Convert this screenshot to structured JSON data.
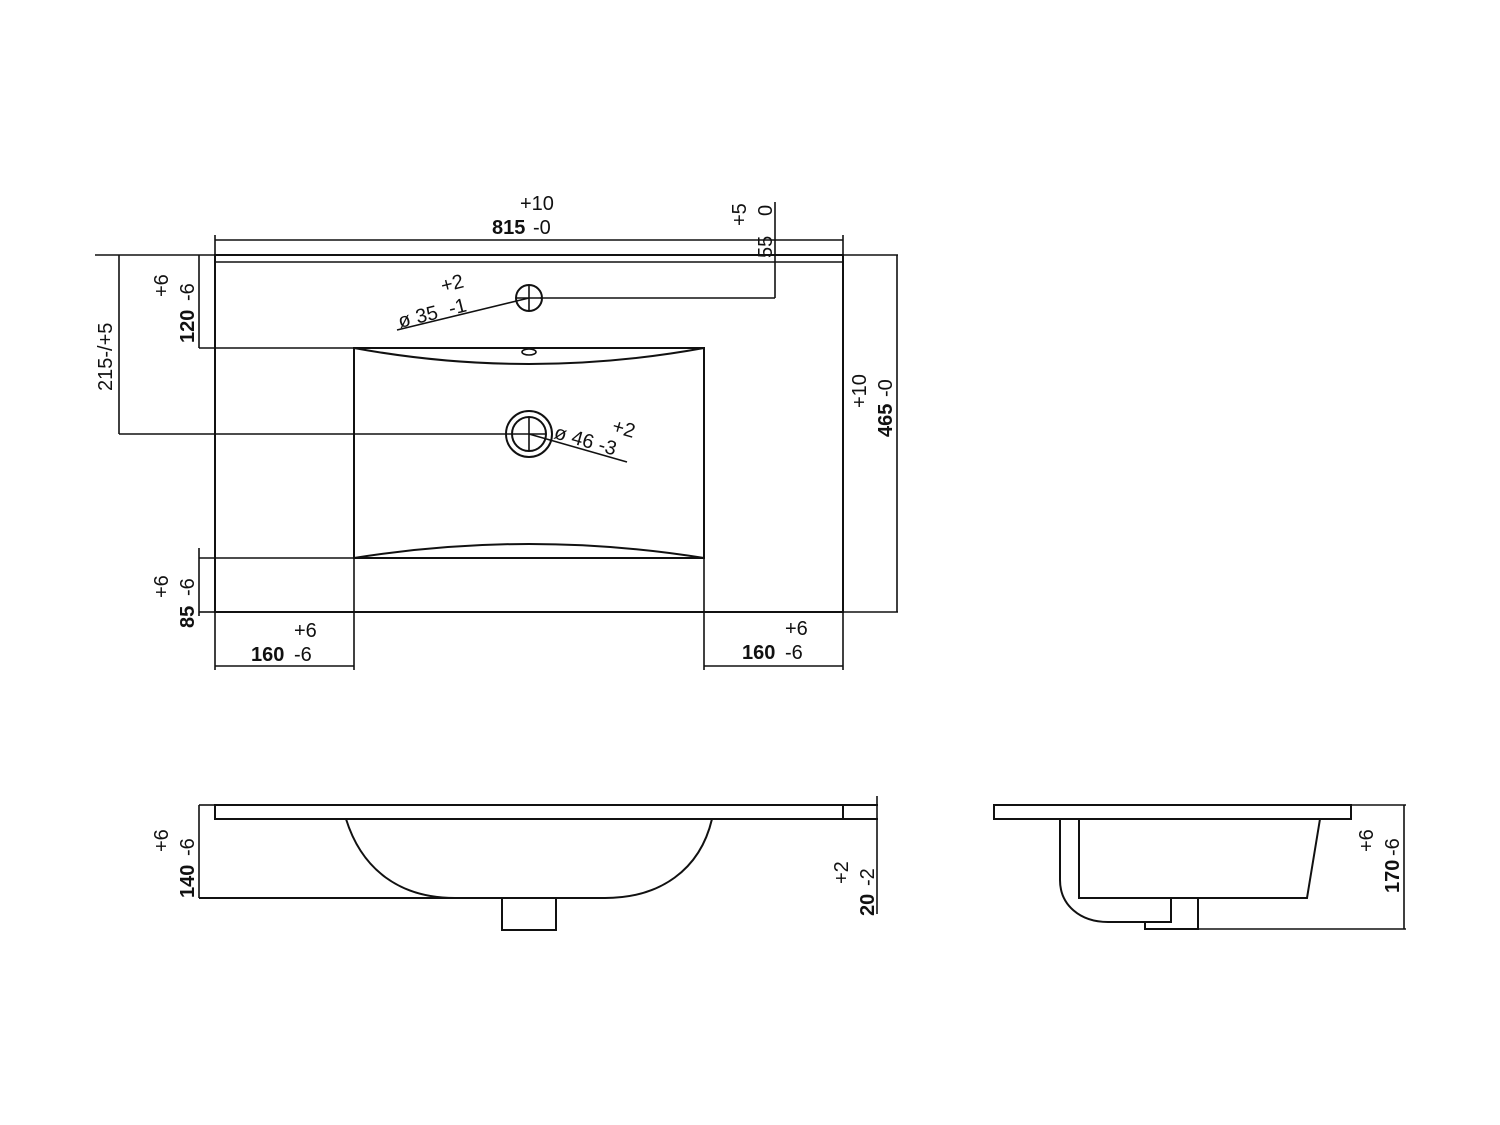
{
  "drawing": {
    "type": "technical drawing — washbasin countertop (top view, front view, side view)",
    "line_color": "#111111",
    "background": "#ffffff"
  },
  "top_view": {
    "width": {
      "value": "815",
      "tol_upper": "+10",
      "tol_lower": "-0"
    },
    "depth": {
      "value": "465",
      "tol_upper": "+10",
      "tol_lower": "-0"
    },
    "back_rim": {
      "value": "55",
      "tol_upper": "+5",
      "tol_lower": "0"
    },
    "tap_hole_offset": {
      "value": "120",
      "tol_upper": "+6",
      "tol_lower": "-6"
    },
    "drain_offset": {
      "label": "215-/+5"
    },
    "tap_hole_diameter": {
      "symbol": "ø",
      "value": "35",
      "tol_upper": "+2",
      "tol_lower": "-1"
    },
    "drain_diameter": {
      "symbol": "ø",
      "value": "46",
      "tol_upper": "+2",
      "tol_lower": "-3"
    },
    "front_rim": {
      "value": "85",
      "tol_upper": "+6",
      "tol_lower": "-6"
    },
    "left_margin": {
      "value": "160",
      "tol_upper": "+6",
      "tol_lower": "-6"
    },
    "right_margin": {
      "value": "160",
      "tol_upper": "+6",
      "tol_lower": "-6"
    }
  },
  "front_view": {
    "basin_height": {
      "value": "140",
      "tol_upper": "+6",
      "tol_lower": "-6"
    },
    "slab_thickness": {
      "value": "20",
      "tol_upper": "+2",
      "tol_lower": "-2"
    }
  },
  "side_view": {
    "total_height": {
      "value": "170",
      "tol_upper": "+6",
      "tol_lower": "-6"
    }
  }
}
